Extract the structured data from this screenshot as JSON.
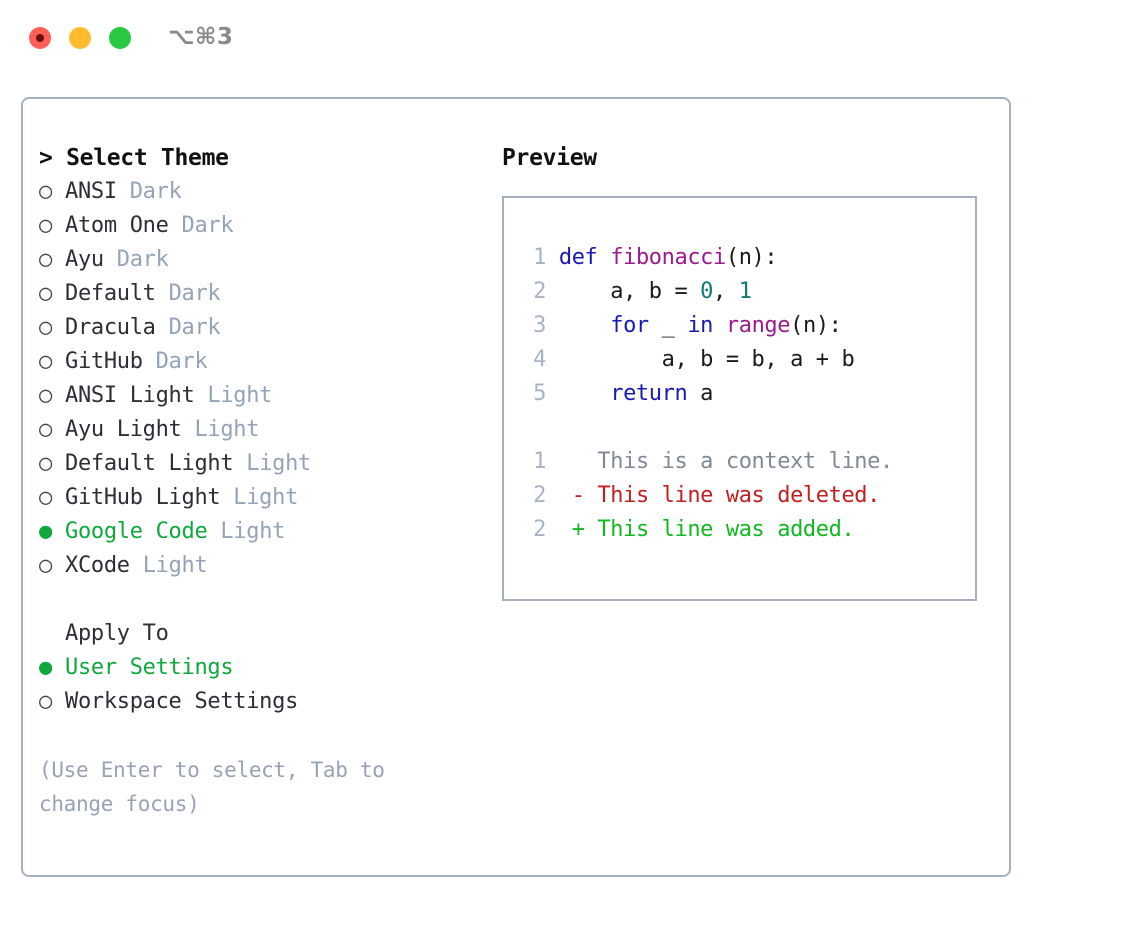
{
  "window": {
    "title": "⌥⌘3",
    "traffic_lights": [
      {
        "name": "close",
        "color": "#ff5f57"
      },
      {
        "name": "minimize",
        "color": "#febc2e"
      },
      {
        "name": "maximize",
        "color": "#28c840"
      }
    ]
  },
  "theme_picker": {
    "header": "> Select Theme",
    "selected_theme": "Google Code",
    "accent_color": "#0fa83d",
    "muted_color": "#94a3b8",
    "options": [
      {
        "marker": "○",
        "label": "ANSI",
        "category": "Dark",
        "selected": false
      },
      {
        "marker": "○",
        "label": "Atom One",
        "category": "Dark",
        "selected": false
      },
      {
        "marker": "○",
        "label": "Ayu",
        "category": "Dark",
        "selected": false
      },
      {
        "marker": "○",
        "label": "Default",
        "category": "Dark",
        "selected": false
      },
      {
        "marker": "○",
        "label": "Dracula",
        "category": "Dark",
        "selected": false
      },
      {
        "marker": "○",
        "label": "GitHub",
        "category": "Dark",
        "selected": false
      },
      {
        "marker": "○",
        "label": "ANSI Light",
        "category": "Light",
        "selected": false
      },
      {
        "marker": "○",
        "label": "Ayu Light",
        "category": "Light",
        "selected": false
      },
      {
        "marker": "○",
        "label": "Default Light",
        "category": "Light",
        "selected": false
      },
      {
        "marker": "○",
        "label": "GitHub Light",
        "category": "Light",
        "selected": false
      },
      {
        "marker": "●",
        "label": "Google Code",
        "category": "Light",
        "selected": true
      },
      {
        "marker": "○",
        "label": "XCode",
        "category": "Light",
        "selected": false
      }
    ]
  },
  "apply_to": {
    "header": "Apply To",
    "selected": "User Settings",
    "options": [
      {
        "marker": "●",
        "label": "User Settings",
        "selected": true
      },
      {
        "marker": "○",
        "label": "Workspace Settings",
        "selected": false
      }
    ]
  },
  "hint": "(Use Enter to select, Tab to change focus)",
  "preview": {
    "title": "Preview",
    "code_lines": [
      {
        "number": "1",
        "tokens": [
          {
            "text": "def ",
            "type": "kw"
          },
          {
            "text": "fibonacci",
            "type": "fn"
          },
          {
            "text": "(n):",
            "type": "plain"
          }
        ]
      },
      {
        "number": "2",
        "tokens": [
          {
            "text": "    a, b = ",
            "type": "plain"
          },
          {
            "text": "0",
            "type": "num"
          },
          {
            "text": ", ",
            "type": "plain"
          },
          {
            "text": "1",
            "type": "num"
          }
        ]
      },
      {
        "number": "3",
        "tokens": [
          {
            "text": "    for",
            "type": "kw"
          },
          {
            "text": " _ ",
            "type": "plain"
          },
          {
            "text": "in",
            "type": "kw"
          },
          {
            "text": " ",
            "type": "plain"
          },
          {
            "text": "range",
            "type": "fn"
          },
          {
            "text": "(n):",
            "type": "plain"
          }
        ]
      },
      {
        "number": "4",
        "tokens": [
          {
            "text": "        a, b = b, a + b",
            "type": "plain"
          }
        ]
      },
      {
        "number": "5",
        "tokens": [
          {
            "text": "    return",
            "type": "kw"
          },
          {
            "text": " a",
            "type": "plain"
          }
        ]
      }
    ],
    "diff_lines": [
      {
        "number": "1",
        "prefix": "  ",
        "text": "This is a context line.",
        "type": "context"
      },
      {
        "number": "2",
        "prefix": "- ",
        "text": "This line was deleted.",
        "type": "deleted"
      },
      {
        "number": "2",
        "prefix": "+ ",
        "text": "This line was added.",
        "type": "added"
      }
    ],
    "syntax_colors": {
      "keyword": "#1919b8",
      "function": "#9b1a8e",
      "number": "#0d7a72",
      "plain": "#1a1a1a",
      "line_number": "#a8b3c2",
      "diff_context": "#808a96",
      "diff_deleted": "#c22020",
      "diff_added": "#11b821"
    }
  }
}
